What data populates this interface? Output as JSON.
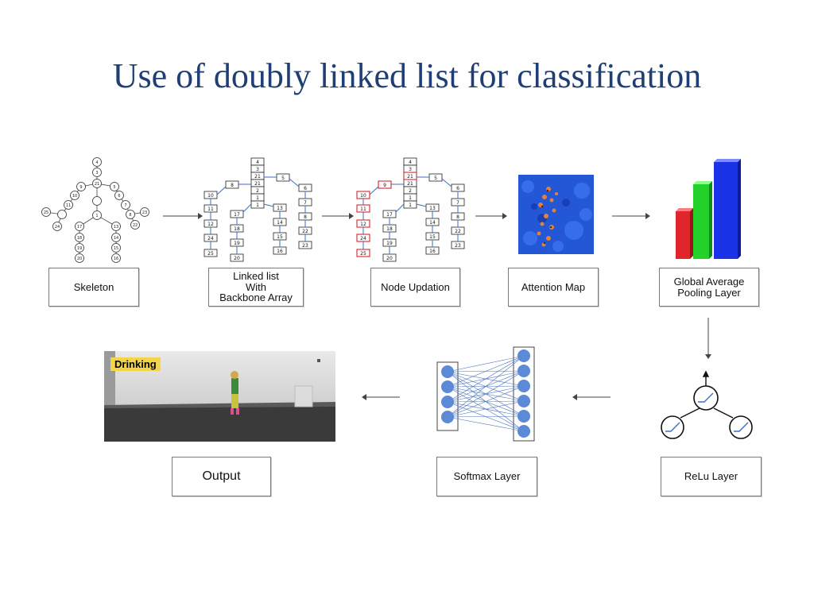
{
  "slide": {
    "title": "Use of doubly linked list for classification"
  },
  "stages": {
    "skeleton": "Skeleton",
    "linked_list_1": "Linked list",
    "linked_list_2": "With",
    "linked_list_3": "Backbone Array",
    "node_updation": "Node Updation",
    "attention_map": "Attention Map",
    "gap_1": "Global Average",
    "gap_2": "Pooling Layer",
    "relu": "ReLu Layer",
    "softmax": "Softmax Layer",
    "output": "Output"
  },
  "output_image": {
    "action_label": "Drinking"
  },
  "skeleton_joints": [
    "4",
    "3",
    "21",
    "9",
    "5",
    "10",
    "6",
    "11",
    "7",
    "25",
    "23",
    "24",
    "1",
    "8",
    "22",
    "17",
    "13",
    "18",
    "14",
    "19",
    "15",
    "20",
    "16"
  ],
  "backbone_array": [
    "4",
    "3",
    "21",
    "21",
    "2",
    "1",
    "1"
  ],
  "left_arm_chain": [
    "8",
    "10",
    "11",
    "12",
    "24",
    "25"
  ],
  "right_arm_chain": [
    "5",
    "6",
    "7",
    "8",
    "22",
    "23"
  ],
  "left_leg_chain": [
    "17",
    "18",
    "19",
    "20"
  ],
  "right_leg_chain": [
    "13",
    "14",
    "15",
    "16"
  ],
  "updated_left_arm_chain": [
    "9",
    "10",
    "11",
    "12",
    "24",
    "25"
  ],
  "colors": {
    "title": "#1f3e73",
    "highlight": "#d9232f",
    "link_arrow": "#3d6fc4",
    "bar_red": "#e0262a",
    "bar_green": "#22d12a",
    "bar_blue": "#1b33e6"
  }
}
